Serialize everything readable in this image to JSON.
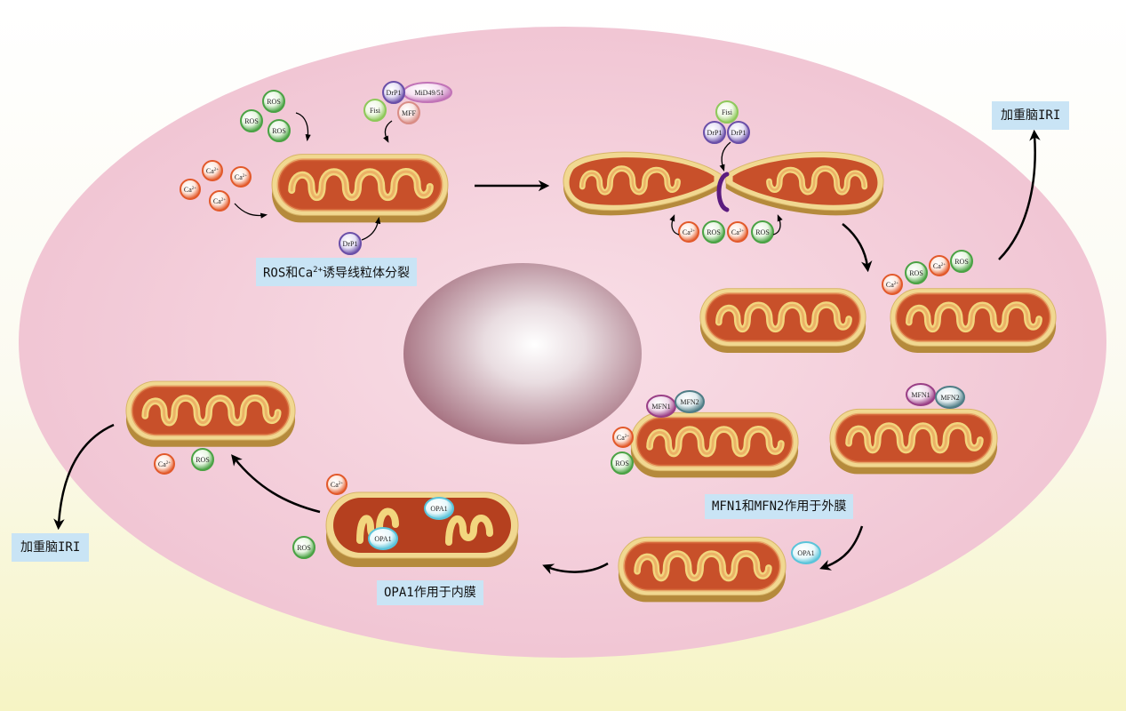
{
  "labels": {
    "fission_prefix": "ROS和Ca",
    "fission_sup": "2+",
    "fission_suffix": "诱导线粒体分裂",
    "ros_top": "加重脑IRI",
    "ros_left": "加重脑IRI",
    "mfn_outer": "MFN1和MFN2作用于外膜",
    "opa_inner": "OPA1作用于内膜"
  },
  "molecules": {
    "ros": "ROS",
    "ca": "Ca",
    "ca_sup": "2+",
    "drp1": "DrP1",
    "mid": "MiD49/51",
    "fisi": "Fisi",
    "mff": "MFF",
    "mfn1": "MFN1",
    "mfn2": "MFN2",
    "opa1": "OPA1"
  },
  "colors": {
    "background_top": "#ffffff",
    "background_bottom": "#f6f4c4",
    "cell": "#f2c9d6",
    "nucleus": "#a8707f",
    "matrix": "#c8502a",
    "membrane": "#f3dc90",
    "crista": "#f2d67e",
    "label_bg": "#c9e4f5",
    "ros": "#4aa244",
    "ca": "#e2592a",
    "drp1": "#6a4fa8",
    "fisi": "#8ec85a",
    "mid": "#c173b7",
    "mff": "#d98d86",
    "mfn1": "#9a3f86",
    "mfn2": "#4f7d86",
    "opa1": "#5ac4da",
    "ring": "#5b1b7f"
  }
}
